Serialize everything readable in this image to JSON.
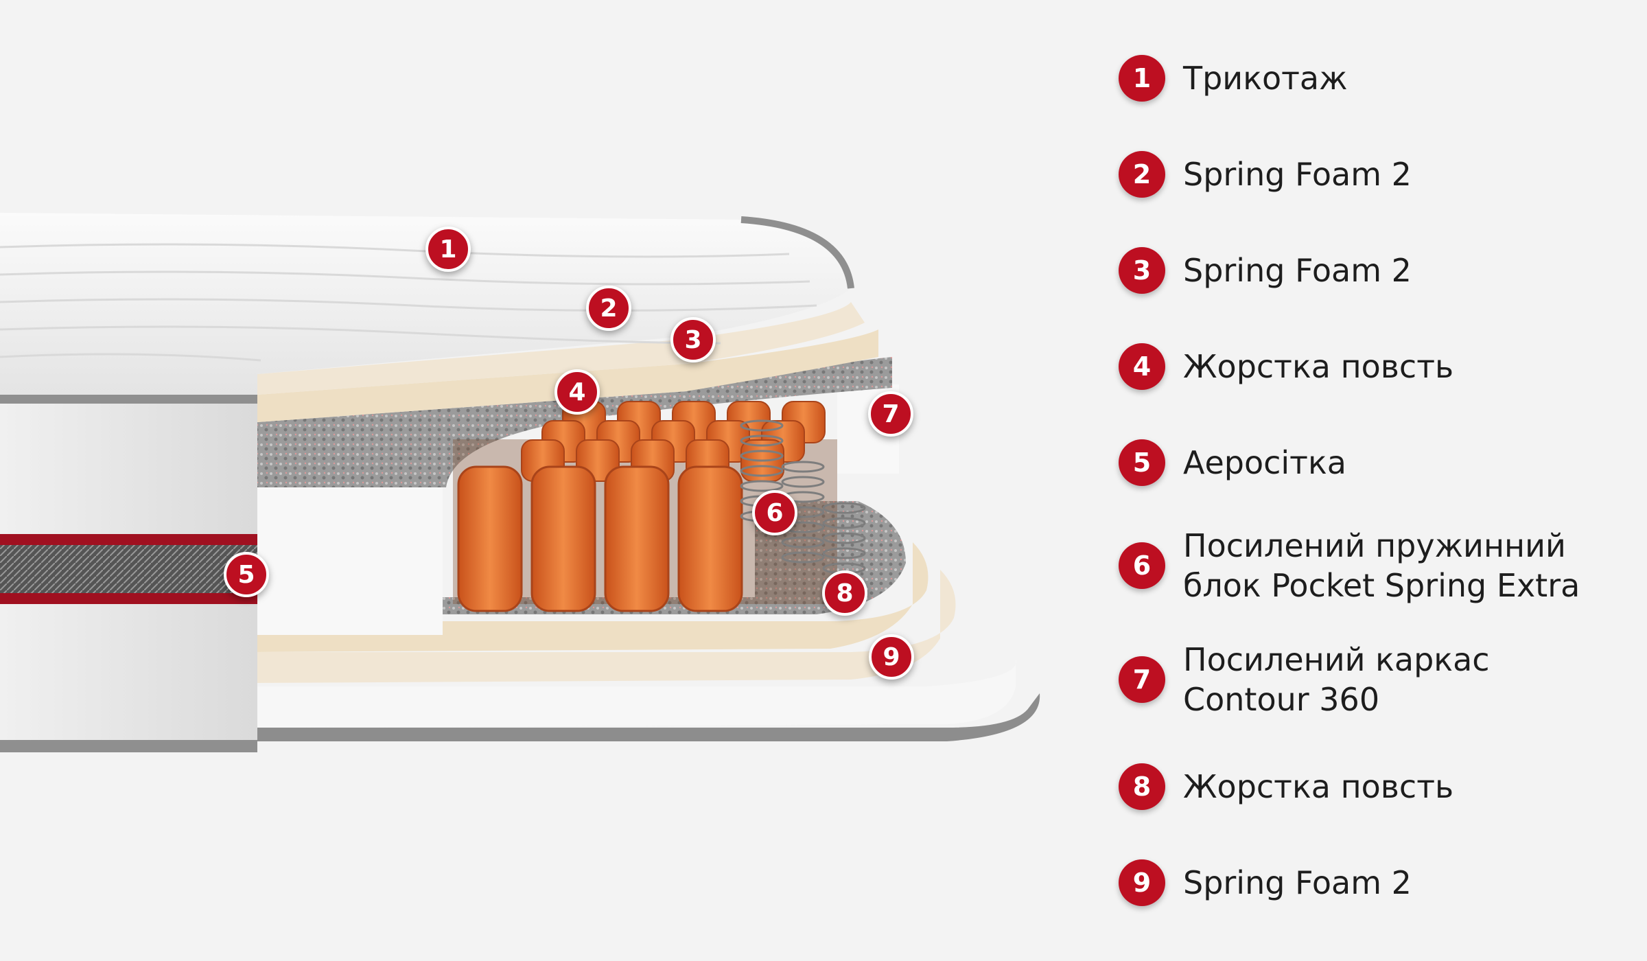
{
  "legend": [
    {
      "num": "1",
      "label": "Трикотаж"
    },
    {
      "num": "2",
      "label": "Spring Foam 2"
    },
    {
      "num": "3",
      "label": "Spring Foam 2"
    },
    {
      "num": "4",
      "label": "Жорстка повсть"
    },
    {
      "num": "5",
      "label": "Аеросітка"
    },
    {
      "num": "6",
      "label": "Посилений пружинний\nблок Pocket Spring Extra"
    },
    {
      "num": "7",
      "label": "Посилений каркас\nContour 360"
    },
    {
      "num": "8",
      "label": "Жорстка повсть"
    },
    {
      "num": "9",
      "label": "Spring Foam 2"
    }
  ],
  "markers": [
    "1",
    "2",
    "3",
    "4",
    "5",
    "6",
    "7",
    "8",
    "9"
  ],
  "colors": {
    "accent": "#bd0f21",
    "background": "#f3f3f3",
    "spring": "#e8702e",
    "foam": "#f1e6d4",
    "felt": "#8a8a8a"
  }
}
